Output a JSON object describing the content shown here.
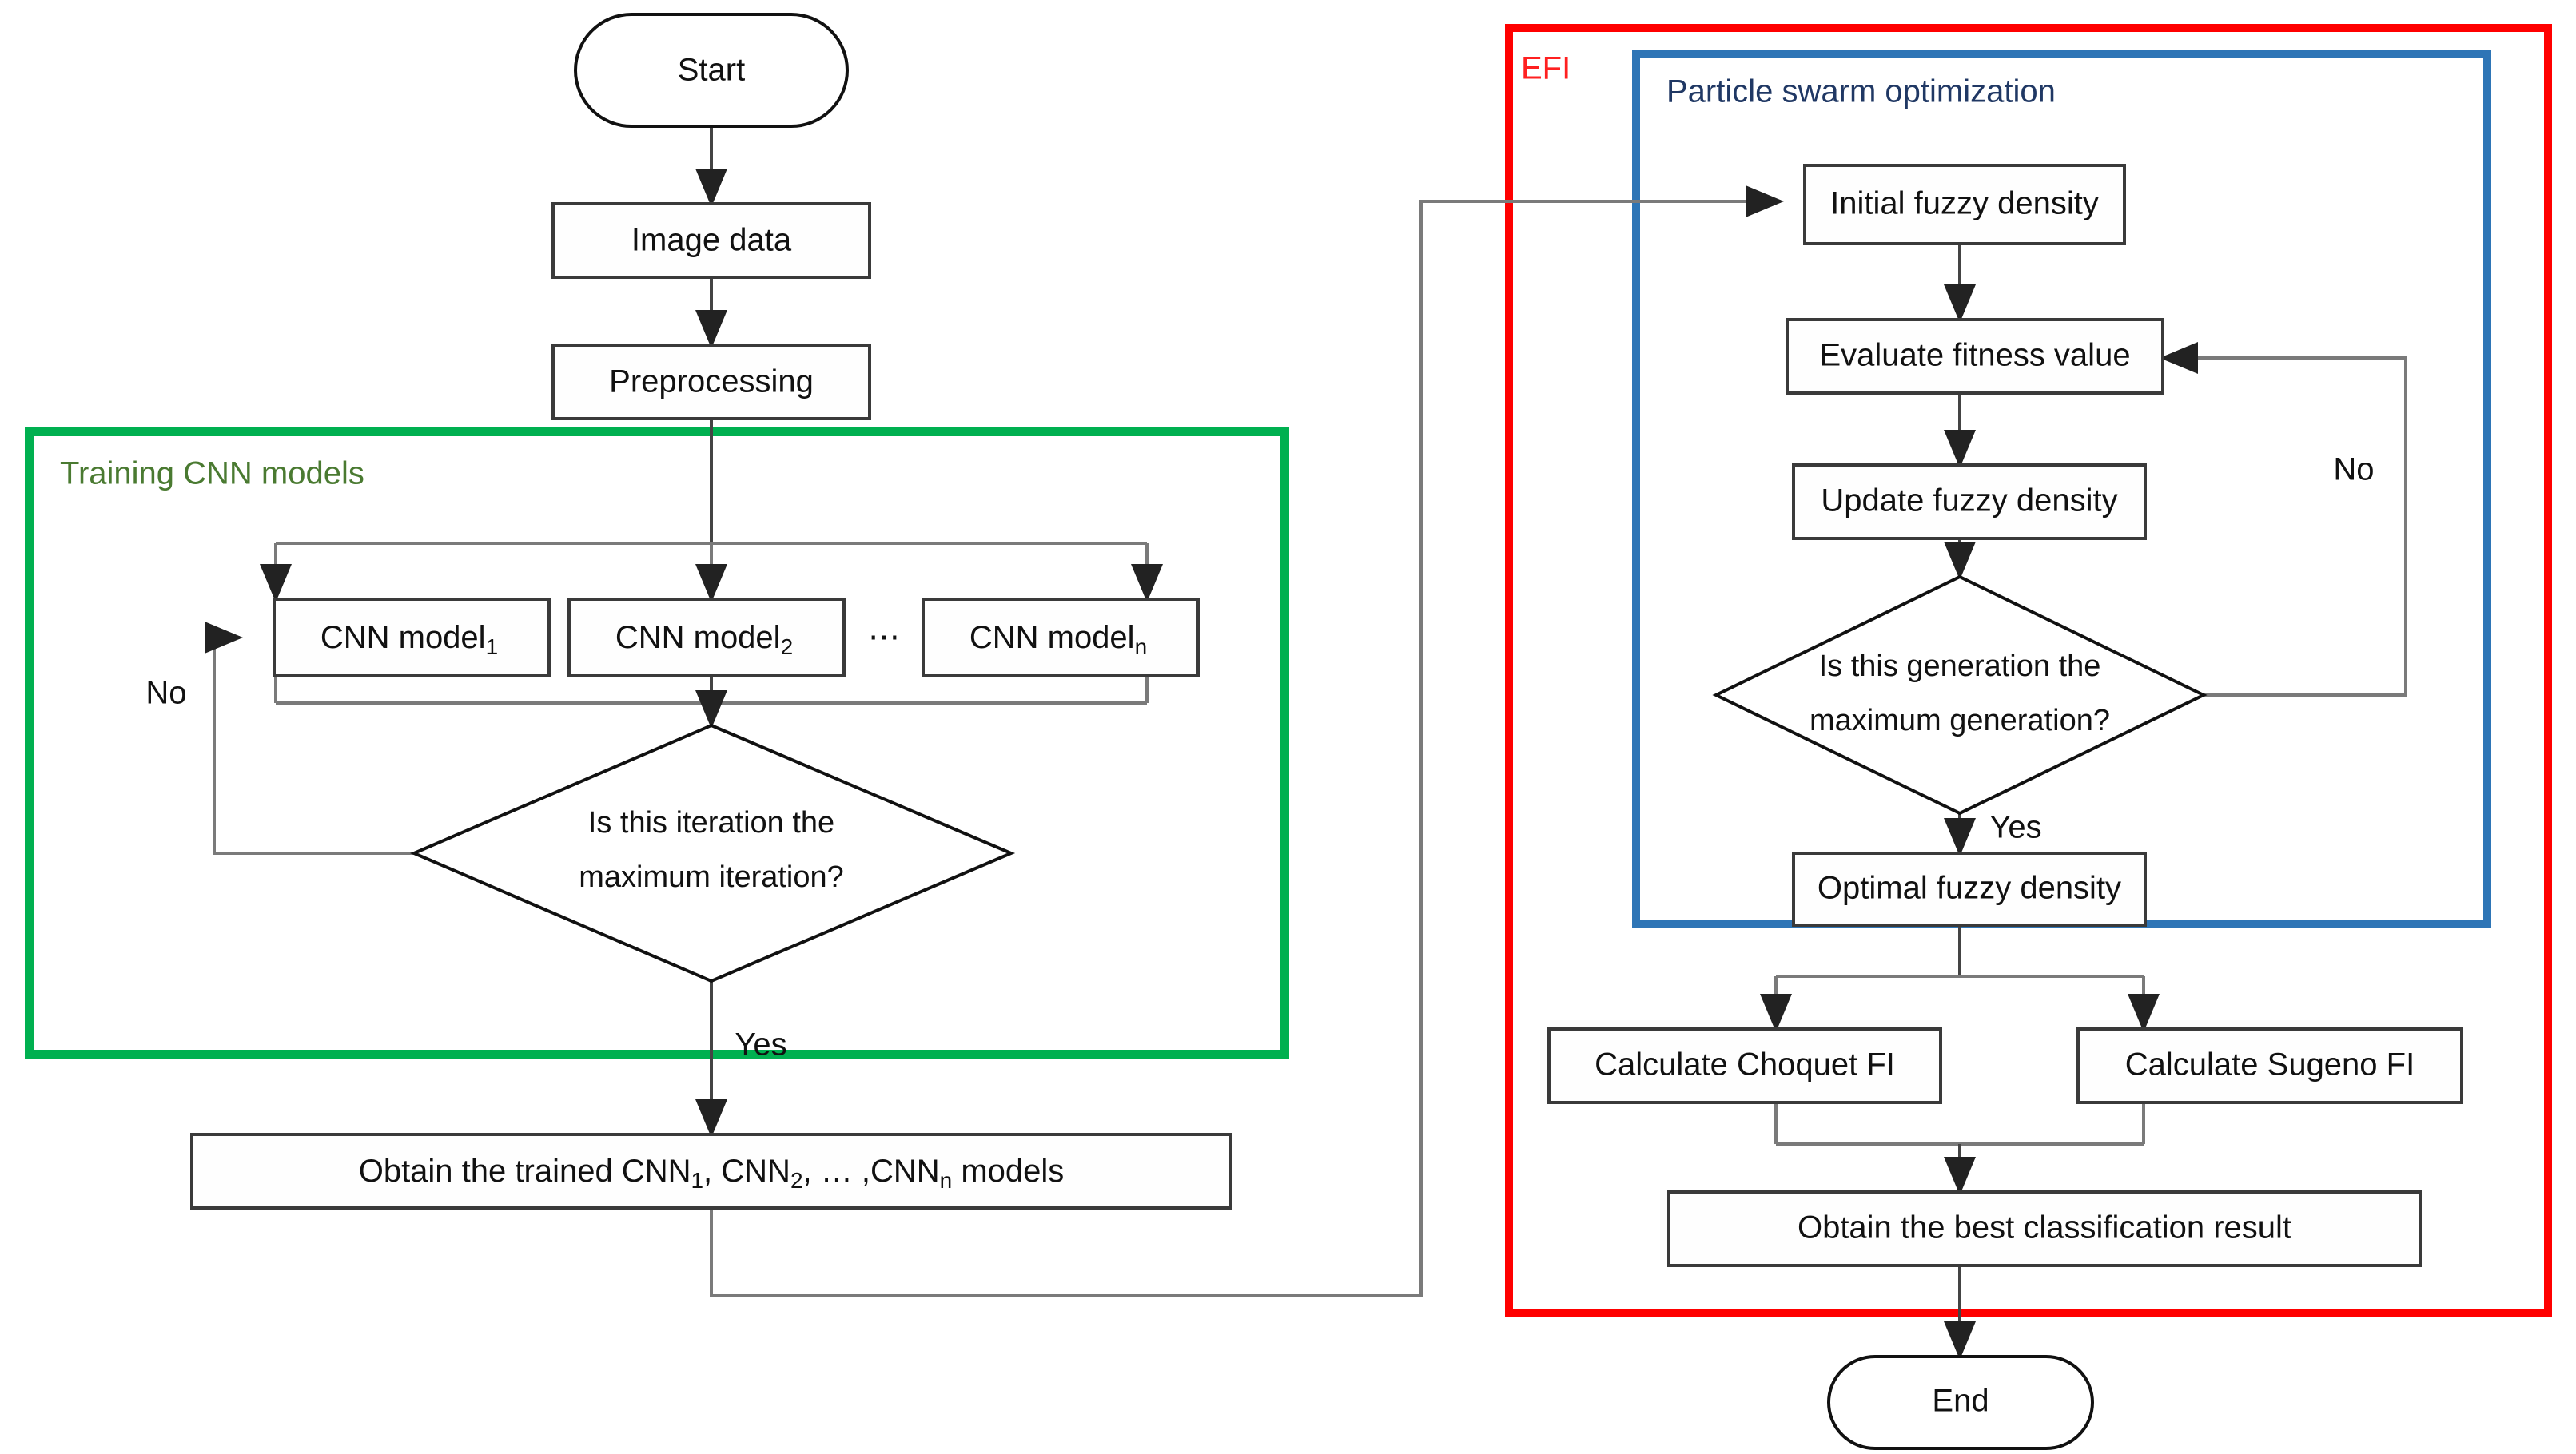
{
  "diagram": {
    "title_flow": "CNN ensemble with PSO-optimised fuzzy integral flowchart",
    "groups": [
      {
        "id": "training",
        "label": "Training CNN models",
        "color": "#00b050",
        "label_color": "#4a7a31"
      },
      {
        "id": "efi",
        "label": "EFI",
        "color": "#ff0000",
        "label_color": "#ff2020"
      },
      {
        "id": "pso",
        "label": "Particle swarm optimization",
        "color": "#2e75b6",
        "label_color": "#203864"
      }
    ],
    "nodes": {
      "start": "Start",
      "image_data": "Image data",
      "preprocessing": "Preprocessing",
      "cnn_model_1_base": "CNN model",
      "cnn_model_1_sub": "1",
      "cnn_model_2_base": "CNN model",
      "cnn_model_2_sub": "2",
      "cnn_model_n_base": "CNN model",
      "cnn_model_n_sub": "n",
      "cnn_ellipsis": "⋯",
      "iteration_decision_line1": "Is this iteration the",
      "iteration_decision_line2": "maximum iteration?",
      "obtain_trained_prefix": "Obtain the trained CNN",
      "obtain_trained_sub1": "1",
      "obtain_trained_mid": ", CNN",
      "obtain_trained_sub2": "2",
      "obtain_trained_mid2": ", … ,CNN",
      "obtain_trained_subn": "n",
      "obtain_trained_suffix": " models",
      "initial_fuzzy_density": "Initial fuzzy density",
      "evaluate_fitness_value": "Evaluate fitness value",
      "update_fuzzy_density": "Update fuzzy density",
      "generation_decision_line1": "Is this generation the",
      "generation_decision_line2": "maximum generation?",
      "optimal_fuzzy_density": "Optimal fuzzy density",
      "calculate_choquet_fi": "Calculate Choquet FI",
      "calculate_sugeno_fi": "Calculate Sugeno FI",
      "obtain_best_result": "Obtain the best classification result",
      "end": "End"
    },
    "edge_labels": {
      "training_no": "No",
      "training_yes": "Yes",
      "pso_no": "No",
      "pso_yes": "Yes"
    }
  }
}
